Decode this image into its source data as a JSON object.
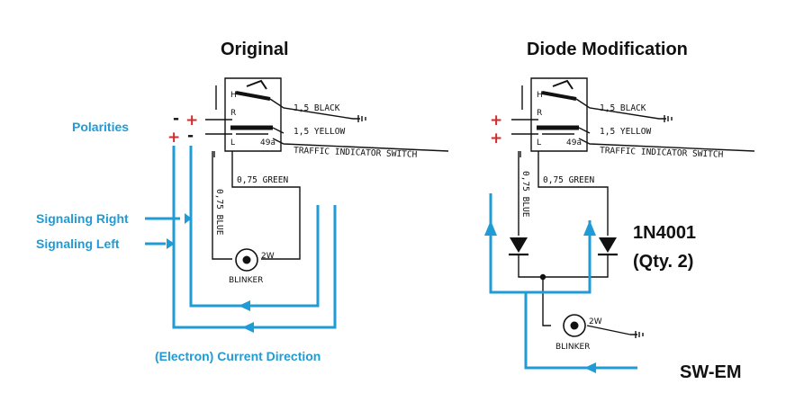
{
  "titles": {
    "left": "Original",
    "right": "Diode Modification"
  },
  "labels": {
    "polarities": "Polarities",
    "signaling_right": "Signaling Right",
    "signaling_left": "Signaling Left",
    "current_direction": "(Electron) Current Direction",
    "diode_part": "1N4001",
    "diode_qty": "(Qty. 2)",
    "sw_em": "SW-EM"
  },
  "switch": {
    "terminal_h": "H",
    "terminal_r": "R",
    "terminal_l": "L",
    "terminal_49a": "49a",
    "wire_black": "1,5 BLACK",
    "wire_yellow": "1,5 YELLOW",
    "traffic_switch": "TRAFFIC INDICATOR SWITCH",
    "wire_green": "0,75 GREEN",
    "wire_blue": "0,75 BLUE",
    "blinker": "BLINKER",
    "blinker_watt": "2W"
  },
  "polarity_signs": {
    "minus": "-",
    "plus": "+"
  },
  "colors": {
    "arrow_blue": "#1f9bd6",
    "polarity_red": "#d42a2a",
    "ink": "#111111"
  }
}
